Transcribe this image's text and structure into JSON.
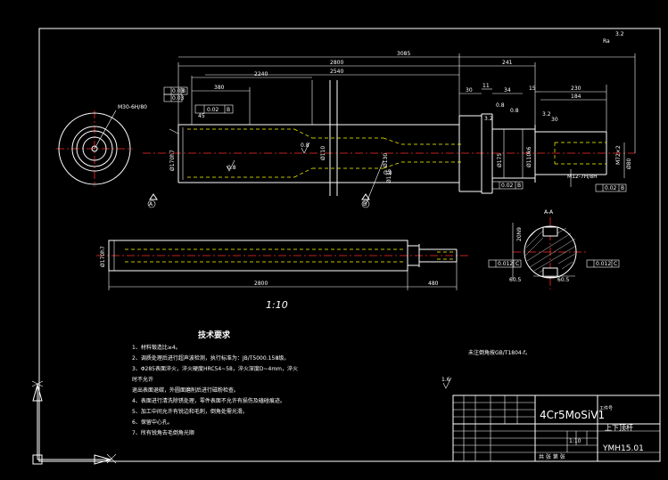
{
  "drawing": {
    "scale_label": "1:10",
    "section_label": "A-A",
    "corner_roughness": "3.2",
    "corner_roughness_suffix": "Ra"
  },
  "dimensions": {
    "overall": "3085",
    "len_2800": "2800",
    "len_2240": "2240",
    "len_2540": "2540",
    "len_380": "380",
    "len_241": "241",
    "len_30": "30",
    "len_11": "11",
    "len_34": "34",
    "len_15": "15",
    "len_230": "230",
    "len_184": "184",
    "len_45": "45",
    "len_30b": "30",
    "bottom_2800": "2800",
    "bottom_480": "480",
    "dia_main": "Ø170h7",
    "dia_hole": "Ø110",
    "dia_a": "Ø130",
    "dia_b": "Ø135",
    "dia_c": "Ø175",
    "dia_end": "Ø110k6",
    "dia_thread": "M72×2",
    "dia_end2": "Ø80",
    "thread_end": "M12-7H/8H",
    "bottom_dia": "Ø170h7",
    "front_dia": "M30-6H/80",
    "sec_width": "20N9",
    "sec_depth": "60.5",
    "sec_depth2": "60.5",
    "sec_tol": "0.012"
  },
  "frames": {
    "f1": [
      "0.03",
      "B"
    ],
    "f2": [
      "0.03"
    ],
    "f3": [
      "0.02",
      "B"
    ],
    "f4": [
      "0.02",
      "B"
    ],
    "f5": [
      "0.02",
      "B"
    ],
    "f6": [
      "0.012",
      "C"
    ],
    "f7": [
      "0.012",
      "C"
    ]
  },
  "datums": [
    "A",
    "B",
    "C",
    "A"
  ],
  "roughness": [
    "0.8",
    "0.8",
    "3.2",
    "0.8",
    "3.2",
    "1.6",
    "0.8",
    "0.8"
  ],
  "tech": {
    "title": "技术要求",
    "items": [
      "1、材料锻造比≥4。",
      "2、调质处理后进行超声波检测，执行标准为：JB/T5000.15Ⅲ级。",
      "3、Φ285表面淬火，淬火硬度HRC54~58，淬火深度D~4mm，淬火",
      "时不允许",
      "    退出表面退碳，外圆面磨削后进行磁粉检查。",
      "4、表面进行清洗除锈处理，零件表面不允许有损伤及磕碰痕迹。",
      "5、加工中间允许有锐边和毛刺，倒角处需光滑。",
      "6、保留中心孔。",
      "7、所有锐角去毛倒角光顺"
    ],
    "note": "未注倒角按GB/T1804-f。"
  },
  "title_block": {
    "material": "4Cr5MoSiV1",
    "part_name": "上下顶杆",
    "company": "工件号",
    "drawing_no": "YMH15.01",
    "scale_cell": "1:10",
    "sheet_cell": "共 张 第 张"
  }
}
